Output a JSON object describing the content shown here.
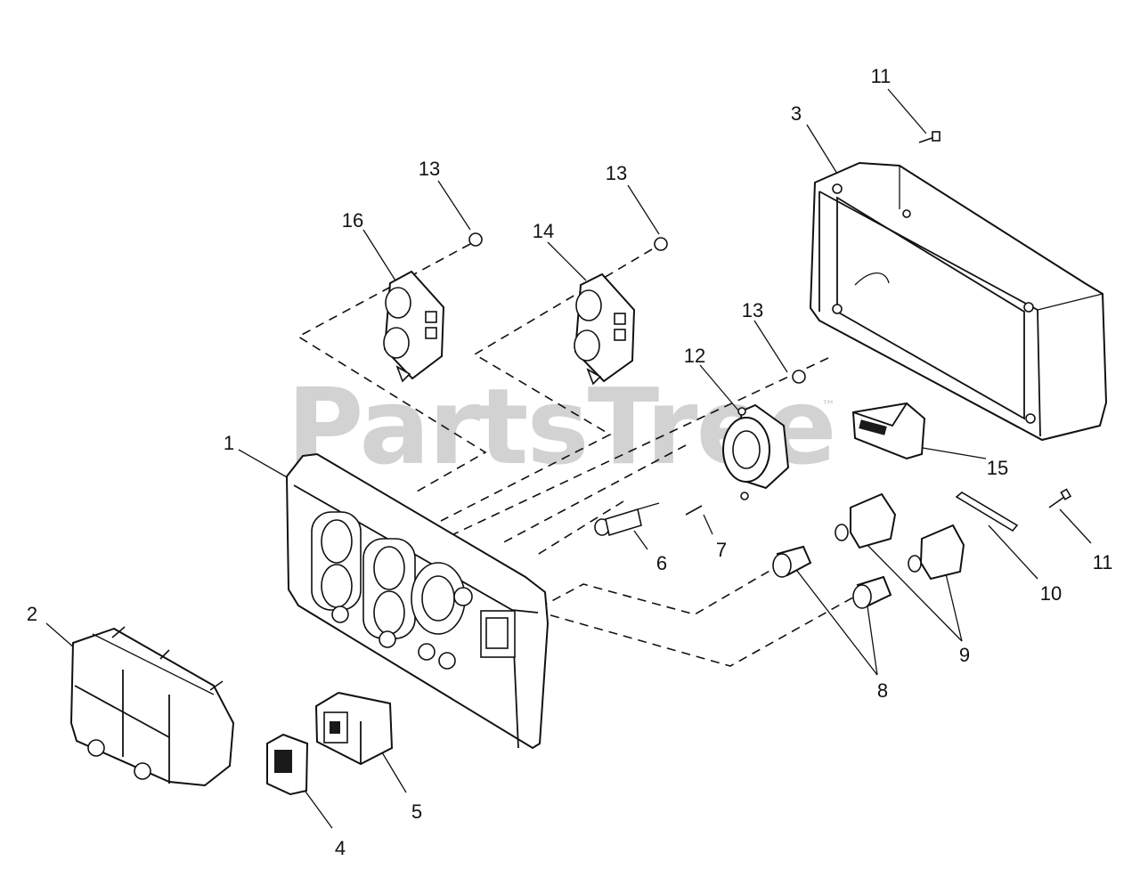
{
  "watermark": {
    "text": "PartsTree",
    "tm": "™"
  },
  "callouts": {
    "c1": "1",
    "c2": "2",
    "c3": "3",
    "c4": "4",
    "c5": "5",
    "c6": "6",
    "c7": "7",
    "c8": "8",
    "c9": "9",
    "c10": "10",
    "c11a": "11",
    "c11b": "11",
    "c12": "12",
    "c13a": "13",
    "c13b": "13",
    "c13c": "13",
    "c14": "14",
    "c15": "15",
    "c16": "16"
  }
}
